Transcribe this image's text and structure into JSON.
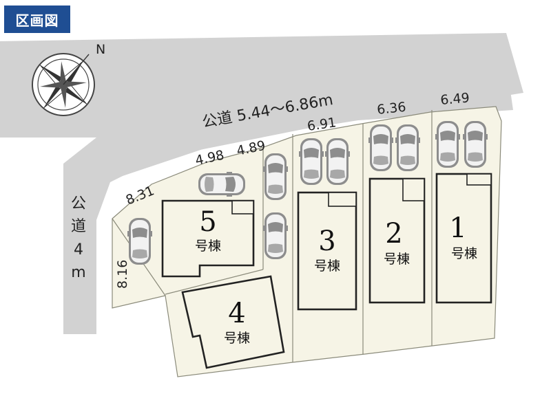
{
  "header": {
    "badge": "区画図"
  },
  "roads": {
    "public_top": "公道 5.44〜6.86m",
    "public_left_chars": [
      "公",
      "道",
      "4",
      "m"
    ]
  },
  "compass": {
    "north": "N"
  },
  "dimensions": [
    "8.31",
    "4.98",
    "4.89",
    "6.91",
    "6.36",
    "6.49",
    "8.16"
  ],
  "lots": [
    {
      "number": "1",
      "label": "号棟"
    },
    {
      "number": "2",
      "label": "号棟"
    },
    {
      "number": "3",
      "label": "号棟"
    },
    {
      "number": "4",
      "label": "号棟"
    },
    {
      "number": "5",
      "label": "号棟"
    }
  ],
  "colors": {
    "badge": "#1f4e93",
    "road": "#d2d2d2",
    "lot": "#f6f4e6",
    "line": "#222222",
    "car": "#8d8d8d"
  }
}
